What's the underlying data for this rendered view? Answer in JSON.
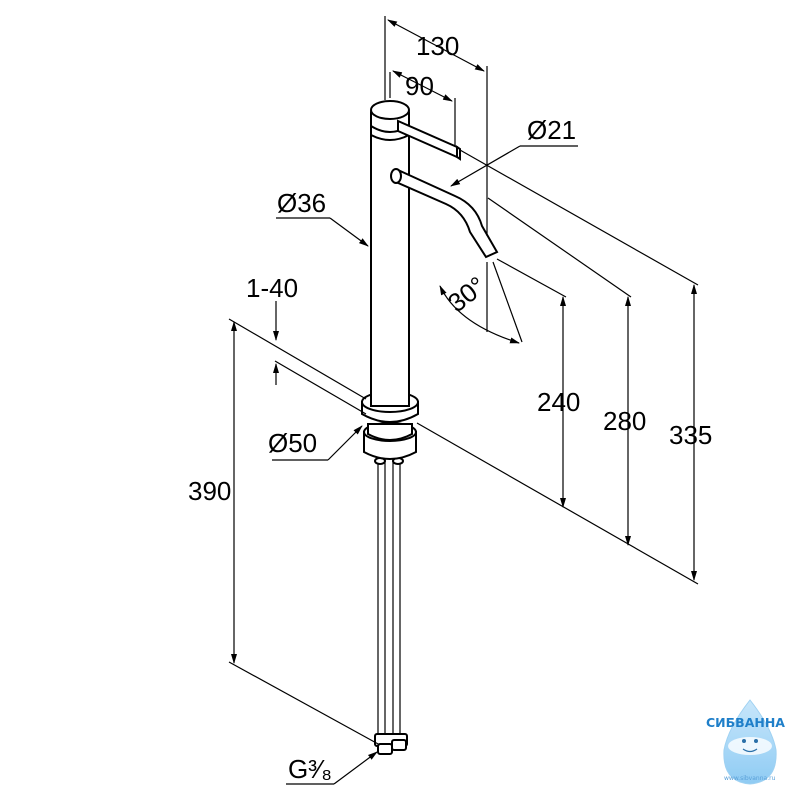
{
  "dimensions": {
    "width_130": "130",
    "width_90": "90",
    "spout_diameter": "Ø21",
    "body_diameter": "Ø36",
    "angle": "30°",
    "adjust_range": "1-40",
    "base_diameter": "Ø50",
    "height_390": "390",
    "height_240": "240",
    "height_280": "280",
    "height_335": "335",
    "connection_thread": "G³⁄₈"
  },
  "logo": {
    "name": "СИБВАННА",
    "url": "www.sibvanna.ru",
    "color": "#1f7fc9"
  }
}
